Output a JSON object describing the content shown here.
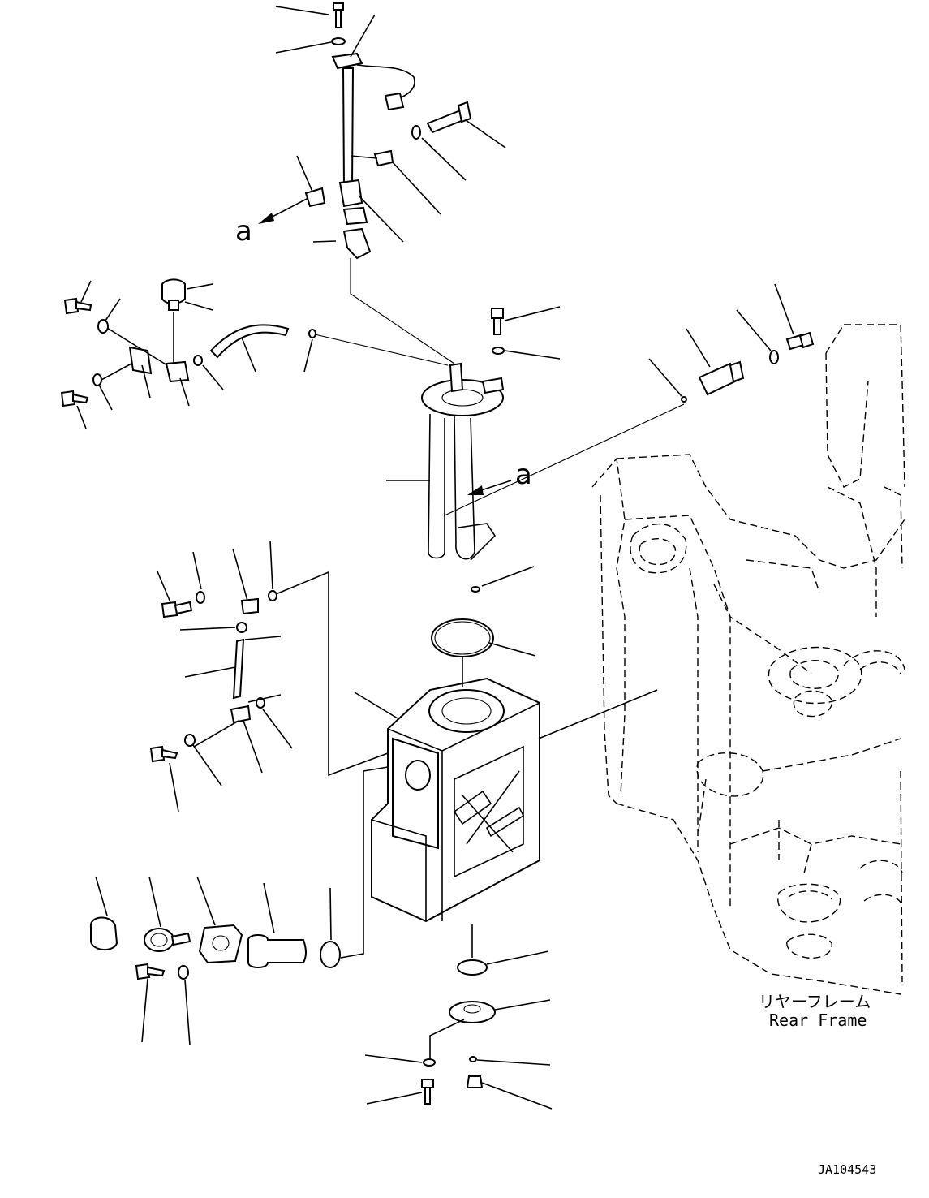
{
  "labels": {
    "detail_marker_upper": "a",
    "detail_marker_lower": "a",
    "frame_label_jp": "リヤーフレーム",
    "frame_label_en": "Rear Frame",
    "drawing_number": "JA104543"
  }
}
